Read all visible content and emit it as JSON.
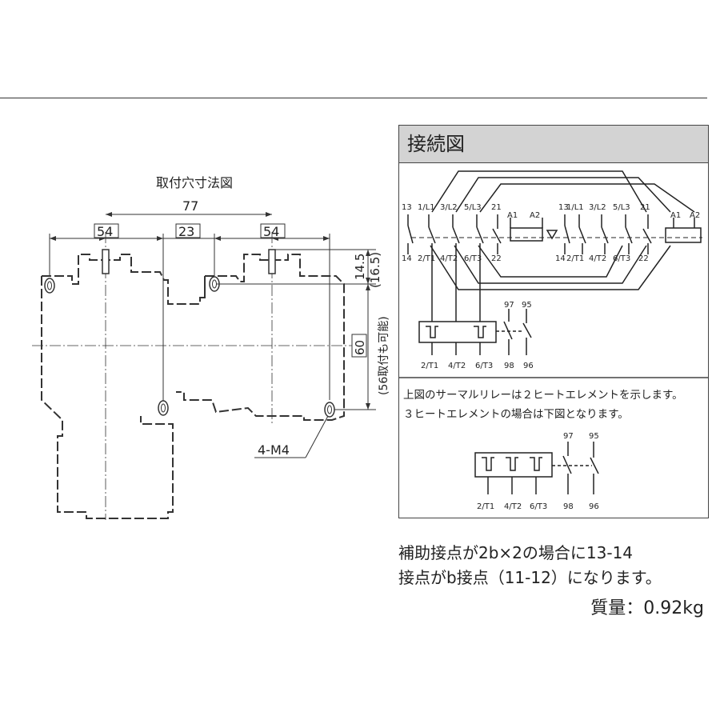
{
  "mounting": {
    "title": "取付穴寸法図",
    "dim_overall": "77",
    "dim_left": "54",
    "dim_middle": "23",
    "dim_right": "54",
    "dim_top": "14.5",
    "dim_top_paren": "(16.5)",
    "dim_height": "60",
    "dim_height_note": "(56取付も可能)",
    "screw_label": "4-M4"
  },
  "wiring": {
    "header": "接続図",
    "top_left_terms": [
      "13",
      "1/L1",
      "3/L2",
      "5/L3",
      "21",
      "A1",
      "A2"
    ],
    "top_right_terms": [
      "13",
      "1/L1",
      "3/L2",
      "5/L3",
      "21",
      "A1",
      "A2"
    ],
    "bottom_left_terms": [
      "14",
      "2/T1",
      "4/T2",
      "6/T3",
      "22"
    ],
    "bottom_right_terms": [
      "14",
      "2/T1",
      "4/T2",
      "6/T3",
      "22"
    ],
    "relay_contacts": [
      "97",
      "95"
    ],
    "relay_outputs": [
      "2/T1",
      "4/T2",
      "6/T3",
      "98",
      "96"
    ],
    "note_line1": "上図のサーマルリレーは２ヒートエレメントを示します。",
    "note_line2": "３ヒートエレメントの場合は下図となります。",
    "relay3_contacts": [
      "97",
      "95"
    ],
    "relay3_outputs": [
      "2/T1",
      "4/T2",
      "6/T3",
      "98",
      "96"
    ]
  },
  "notes": {
    "line1": "補助接点が2b×2の場合に13-14",
    "line2": "接点がb接点（11-12）になります。",
    "weight": "質量：0.92kg"
  }
}
